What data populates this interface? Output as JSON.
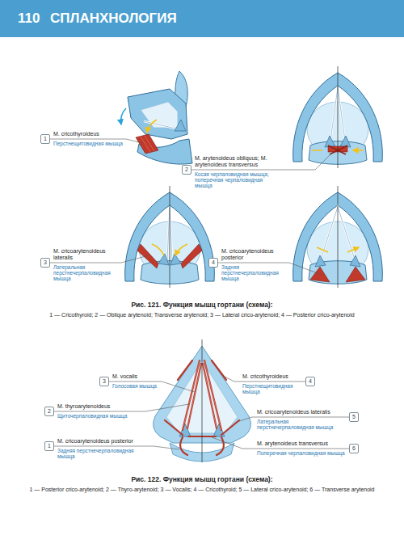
{
  "diagram": {
    "title": "СПЛАНХНОЛОГИЯ",
    "nodes": [
      {
        "text": [
          "1"
        ]
      },
      {
        "text": [
          "2"
        ]
      },
      {
        "text": [
          "3"
        ]
      },
      {
        "text": [
          "4"
        ]
      },
      {
        "text": [
          "3"
        ]
      },
      {
        "text": [
          "4"
        ]
      },
      {
        "text": [
          "2"
        ]
      },
      {
        "text": [
          "5"
        ]
      },
      {
        "text": [
          "1"
        ]
      },
      {
        "text": [
          "6"
        ]
      }
    ],
    "labels": [
      "110",
      "M. cricothyroideus",
      "Перстнещитовидная мышца",
      "M. arytenoideus obliquus; M. arytenoideus transversus",
      "Косая черпаловидная мышца; поперечная черпаловидная мышца",
      "M. cricoarytenoideus lateralis",
      "Латеральная перстнечерпаловидная мышца",
      "M. cricoarytenoideus posterior",
      "Задняя перстнечерпаловидная мышца",
      "Рис. 121. Функция мышц гортани (схема):",
      "1 — Cricothyroid; 2 — Oblique arytenoid; Transverse arytenoid; 3 — Lateral crico-arytenoid; 4 — Posterior crico-arytenoid",
      "M. vocalis",
      "Голосовая мышца",
      "M. cricothyroideus",
      "Перстнещитовидная мышца",
      "M. thyroarytenoideus",
      "Щиточерпаловидная мышца",
      "M. cricoarytenoideus lateralis",
      "Латеральная перстнечерпаловидная мышца",
      "M. cricoarytenoideus posterior",
      "Задняя перстнечерпаловидная мышца",
      "M. arytenoideus transversus",
      "Поперечная черпаловидная мышца",
      "Рис. 122. Функция мышц гортани (схема):",
      "1 — Posterior crico-arytenoid; 2 — Thyro-arytenoid; 3 — Vocalis; 4 — Cricothyroid; 5 — Lateral crico-arytenoid; 6 — Transverse arytenoid"
    ]
  }
}
